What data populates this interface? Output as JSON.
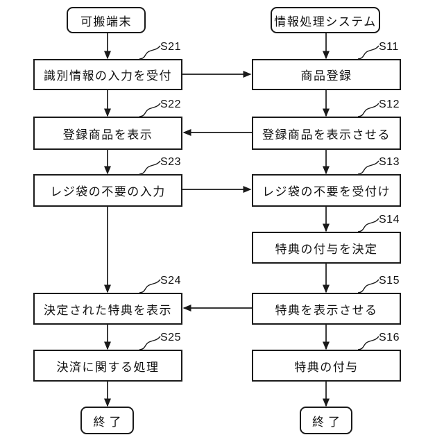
{
  "diagram": {
    "title_hint": "checkout-flow-sequence-flowchart",
    "colors": {
      "line": "#1a1a1a",
      "box_fill": "#ffffff",
      "text": "#111111"
    },
    "left_lane": {
      "header": "可搬端末",
      "steps": [
        {
          "id": "S21",
          "text": "識別情報の入力を受付"
        },
        {
          "id": "S22",
          "text": "登録商品を表示"
        },
        {
          "id": "S23",
          "text": "レジ袋の不要の入力"
        },
        {
          "id": "S24",
          "text": "決定された特典を表示"
        },
        {
          "id": "S25",
          "text": "決済に関する処理"
        }
      ],
      "end": "終了"
    },
    "right_lane": {
      "header": "情報処理システム",
      "steps": [
        {
          "id": "S11",
          "text": "商品登録"
        },
        {
          "id": "S12",
          "text": "登録商品を表示させる"
        },
        {
          "id": "S13",
          "text": "レジ袋の不要を受付け"
        },
        {
          "id": "S14",
          "text": "特典の付与を決定"
        },
        {
          "id": "S15",
          "text": "特典を表示させる"
        },
        {
          "id": "S16",
          "text": "特典の付与"
        }
      ],
      "end": "終了"
    }
  }
}
